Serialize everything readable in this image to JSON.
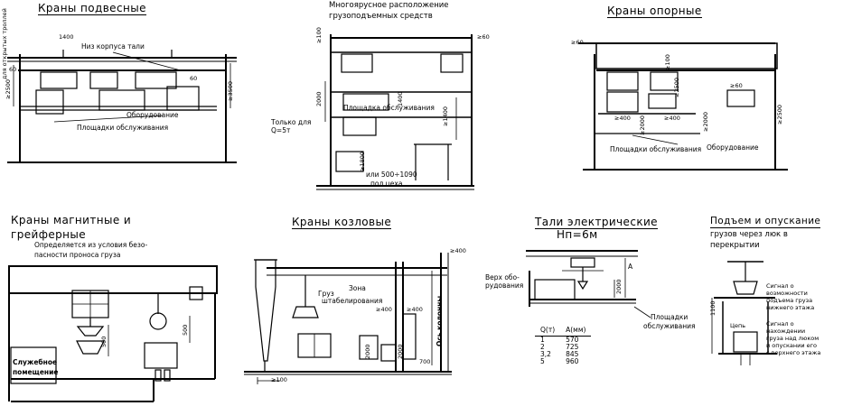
{
  "panels": {
    "suspended": {
      "title": "Краны подвесные",
      "labels": {
        "beam_bottom": "Низ корпуса тали",
        "platforms": "Площадки обслуживания",
        "equipment": "Оборудование",
        "trolley": "для открытых троллей"
      },
      "dims": [
        "1400",
        "60",
        "60",
        "≥2500",
        "≥3500"
      ]
    },
    "multitier": {
      "title_line1": "Многоярусное расположение",
      "title_line2": "грузоподъемных средств",
      "labels": {
        "platform": "Площадка обслуживания",
        "only_for": "Только для",
        "q": "Q=5т",
        "floor": "пол цеха",
        "or": "или 500÷1090"
      },
      "dims": [
        "≥100",
        "≥60",
        "2000",
        "≥1400",
        "1400",
        "≥1800"
      ]
    },
    "supported": {
      "title": "Краны опорные",
      "labels": {
        "platforms": "Площадки обслуживания",
        "equipment": "Оборудование"
      },
      "dims": [
        "≥60",
        "≥100",
        "≥60",
        "≥400",
        "≥400",
        "≥2000",
        "≥2000",
        "≥2500",
        "≥2500"
      ]
    },
    "magnetic": {
      "title_line1": "Краны магнитные и",
      "title_line2": "грейферные",
      "note_line1": "Определяется из условия безо-",
      "note_line2": "пасности проноса груза",
      "labels": {
        "service_room_1": "Служебное",
        "service_room_2": "помещение"
      },
      "dims": [
        "500",
        "500"
      ]
    },
    "gantry": {
      "title": "Краны козловые",
      "labels": {
        "load": "Груз",
        "zone_1": "Зона",
        "zone_2": "штабелирования",
        "column": "Ось колонны"
      },
      "dims": [
        "≥100",
        "≥400",
        "≥400",
        "≥400",
        "2000",
        "2000",
        "700"
      ]
    },
    "hoists": {
      "title": "Тали электрические",
      "subtitle": "Нп=6м",
      "labels": {
        "top_1": "Верх обо-",
        "top_2": "рудования",
        "platforms_1": "Площадки",
        "platforms_2": "обслуживания",
        "a": "А"
      },
      "dims": [
        "2000"
      ],
      "table": {
        "headers": [
          "Q(т)",
          "А(мм)"
        ],
        "rows": [
          [
            "1",
            "570"
          ],
          [
            "2",
            "725"
          ],
          [
            "3,2",
            "845"
          ],
          [
            "5",
            "960"
          ]
        ]
      }
    },
    "hatch": {
      "title": "Подъем и опускание",
      "subtitle_line1": "грузов через люк в",
      "subtitle_line2": "перекрытии",
      "labels": {
        "signal1_1": "Сигнал о",
        "signal1_2": "возможности",
        "signal1_3": "подъема груза",
        "signal1_4": "нижнего этажа",
        "signal2_1": "Сигнал о",
        "signal2_2": "нахождении",
        "signal2_3": "груза над люком",
        "signal2_4": "и опускании его",
        "signal2_5": "с верхнего этажа",
        "chain": "Цепь"
      },
      "dims": [
        "1100"
      ]
    }
  }
}
